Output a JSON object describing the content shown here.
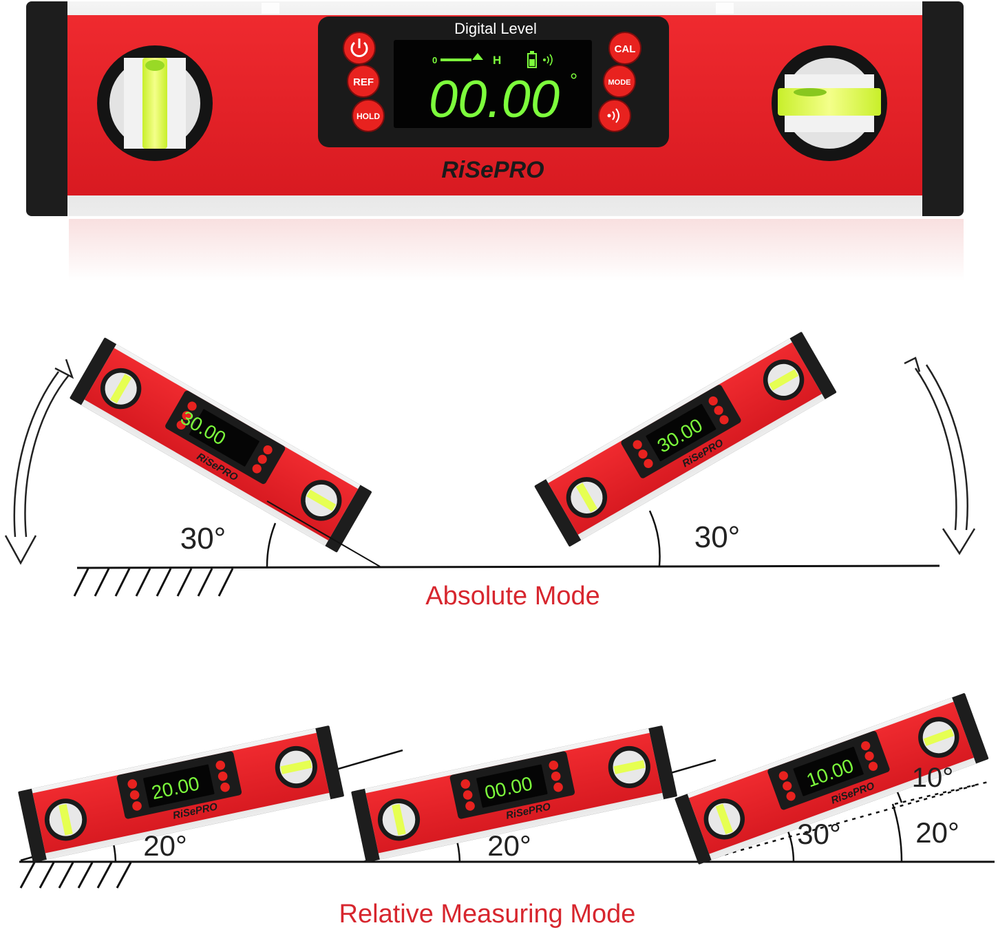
{
  "device": {
    "header_label": "Digital   Level",
    "brand": "RiSePRO",
    "buttons": {
      "power_icon": "power-icon",
      "ref": "REF",
      "hold": "HOLD",
      "cal": "CAL",
      "mode": "MODE",
      "sound_icon": "sound-icon"
    },
    "display": {
      "reading": "00.00",
      "degree_symbol": "°",
      "mode_indicator": "H",
      "zero_mark": "0",
      "icons": [
        "level-line-icon",
        "battery-icon",
        "sound-icon"
      ]
    },
    "colors": {
      "body_red": "#e41f26",
      "frame_black": "#1c1c1c",
      "lcd_green": "#7dff3c",
      "vial_yellow": "#e6ff52"
    }
  },
  "absolute_mode": {
    "title": "Absolute Mode",
    "left": {
      "reading": "30.00",
      "angle_label": "30°",
      "tilt_deg": 30
    },
    "right": {
      "reading": "30.00",
      "angle_label": "30°",
      "tilt_deg": -30
    }
  },
  "relative_mode": {
    "title": "Relative Measuring Mode",
    "steps": [
      {
        "reading": "20.00",
        "angle_label": "20°",
        "tilt_deg": -12
      },
      {
        "reading": "00.00",
        "angle_label": "20°",
        "tilt_deg": -12
      },
      {
        "reading": "10.00",
        "angle_labels": [
          "10°",
          "30°",
          "20°"
        ],
        "tilt_deg": -18
      }
    ]
  },
  "text_color_accent": "#d7262e"
}
